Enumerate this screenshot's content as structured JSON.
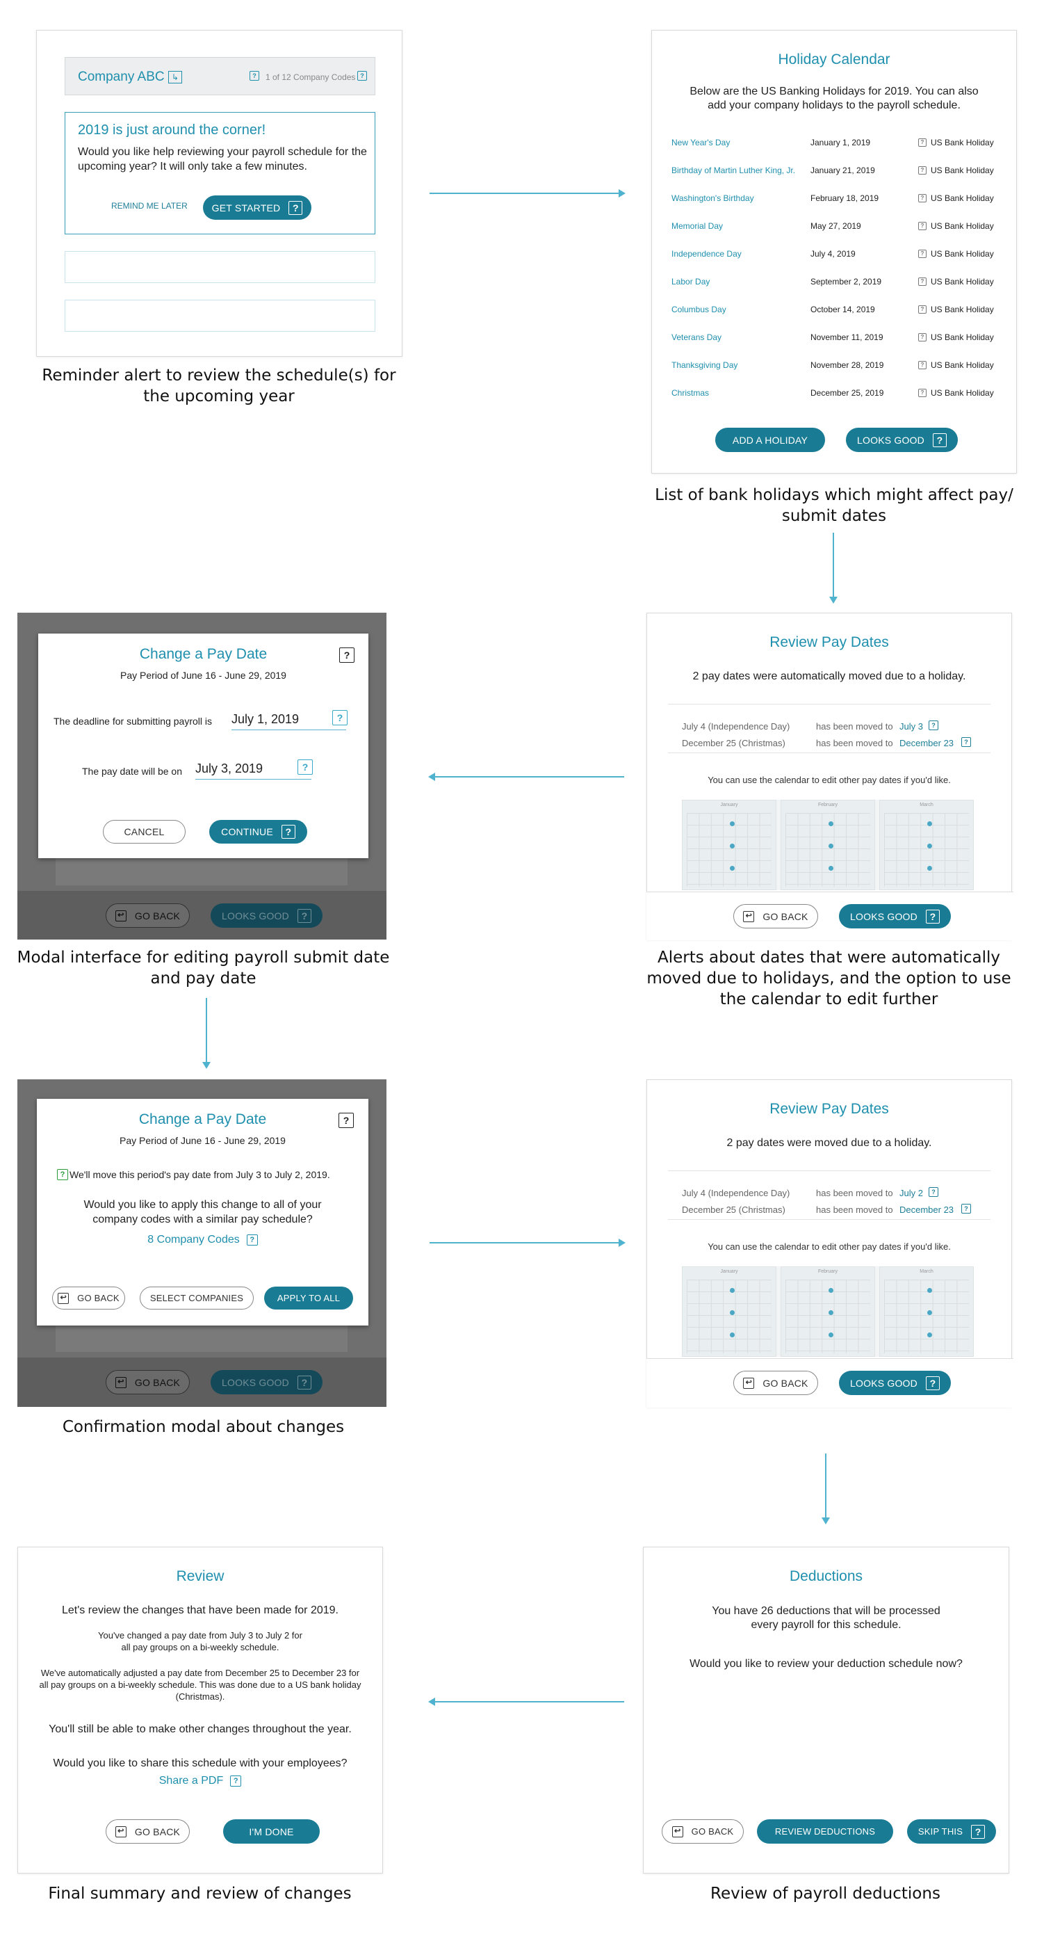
{
  "panel1": {
    "company_name": "Company ABC",
    "company_count": "1 of 12 Company Codes",
    "alert_title": "2019 is just around the corner!",
    "alert_body": "Would you like help reviewing your payroll schedule for the upcoming year?  It will only take a few minutes.",
    "remind_label": "REMIND ME LATER",
    "get_started_label": "GET STARTED",
    "caption": "Reminder alert to review the schedule(s) for the upcoming year"
  },
  "panel2": {
    "title": "Holiday Calendar",
    "intro": "Below are the US Banking Holidays for 2019. You can also add your company holidays to the payroll schedule.",
    "holidays": [
      {
        "name": "New Year's Day",
        "date": "January 1, 2019",
        "type": "US Bank Holiday"
      },
      {
        "name": "Birthday of Martin Luther King, Jr.",
        "date": "January 21, 2019",
        "type": "US Bank Holiday"
      },
      {
        "name": "Washington's Birthday",
        "date": "February 18, 2019",
        "type": "US Bank Holiday"
      },
      {
        "name": "Memorial Day",
        "date": "May 27, 2019",
        "type": "US Bank Holiday"
      },
      {
        "name": "Independence Day",
        "date": "July 4, 2019",
        "type": "US Bank Holiday"
      },
      {
        "name": "Labor Day",
        "date": "September 2, 2019",
        "type": "US Bank Holiday"
      },
      {
        "name": "Columbus Day",
        "date": "October 14, 2019",
        "type": "US Bank Holiday"
      },
      {
        "name": "Veterans Day",
        "date": "November 11, 2019",
        "type": "US Bank Holiday"
      },
      {
        "name": "Thanksgiving Day",
        "date": "November 28, 2019",
        "type": "US Bank Holiday"
      },
      {
        "name": "Christmas",
        "date": "December 25, 2019",
        "type": "US Bank Holiday"
      }
    ],
    "add_label": "ADD A HOLIDAY",
    "looks_good_label": "LOOKS GOOD",
    "caption": "List of bank holidays which might affect pay/ submit dates"
  },
  "panel3": {
    "title": "Change a Pay Date",
    "period": "Pay Period of June 16 - June 29, 2019",
    "deadline_label": "The deadline for submitting payroll is",
    "deadline_value": "July 1, 2019",
    "paydate_label": "The pay date will be on",
    "paydate_value": "July 3, 2019",
    "cancel_label": "CANCEL",
    "continue_label": "CONTINUE",
    "go_back_label": "GO BACK",
    "looks_good_label": "LOOKS GOOD",
    "caption": "Modal interface for editing payroll submit date and pay date"
  },
  "panel4": {
    "title": "Review Pay Dates",
    "summary": "2 pay dates were automatically moved due to a holiday.",
    "rows": [
      {
        "holiday": "July 4  (Independence Day)",
        "moved_label": "has been moved to",
        "moved_to": "July 3"
      },
      {
        "holiday": "December 25  (Christmas)",
        "moved_label": "has been moved to",
        "moved_to": "December 23"
      }
    ],
    "calendar_note": "You can use the calendar to edit other pay dates if you'd like.",
    "months": [
      "January",
      "February",
      "March"
    ],
    "go_back_label": "GO BACK",
    "looks_good_label": "LOOKS GOOD",
    "caption": "Alerts about dates that were automatically moved due to holidays, and the option to use the calendar to edit further"
  },
  "panel5": {
    "title": "Change a Pay Date",
    "period": "Pay Period of June 16 - June 29, 2019",
    "notice": "We'll move this period's pay date from July 3 to July 2, 2019.",
    "question": "Would you like to apply this change to all of your company codes with a similar pay schedule?",
    "codes_link": "8 Company Codes",
    "go_back_label": "GO BACK",
    "select_label": "SELECT COMPANIES",
    "apply_label": "APPLY TO ALL",
    "bg_go_back_label": "GO BACK",
    "bg_looks_good_label": "LOOKS GOOD",
    "caption": "Confirmation modal about changes"
  },
  "panel6": {
    "title": "Review Pay Dates",
    "summary": "2 pay dates were moved due to a holiday.",
    "rows": [
      {
        "holiday": "July 4  (Independence Day)",
        "moved_label": "has been moved to",
        "moved_to": "July 2"
      },
      {
        "holiday": "December 25  (Christmas)",
        "moved_label": "has been moved to",
        "moved_to": "December 23"
      }
    ],
    "calendar_note": "You can use the calendar to edit other pay dates if you'd like.",
    "months": [
      "January",
      "February",
      "March"
    ],
    "go_back_label": "GO BACK",
    "looks_good_label": "LOOKS GOOD"
  },
  "panel7": {
    "title": "Review",
    "intro": "Let's review the changes that have been made for 2019.",
    "change1": "You've changed a pay date from July 3 to July 2 for all pay groups on a bi-weekly schedule.",
    "change2": "We've automatically adjusted a pay date from December 25 to December 23 for all pay groups on a bi-weekly schedule. This was done due to a US bank holiday (Christmas).",
    "more": "You'll still be able to make other changes throughout the year.",
    "share_question": "Would you like to share this schedule with your employees?",
    "share_link": "Share a PDF",
    "go_back_label": "GO BACK",
    "done_label": "I'M DONE",
    "caption": "Final summary and review of changes"
  },
  "panel8": {
    "title": "Deductions",
    "body": "You have 26 deductions that will be processed every payroll for this schedule.",
    "question": "Would you like to review your deduction schedule now?",
    "go_back_label": "GO BACK",
    "review_label": "REVIEW DEDUCTIONS",
    "skip_label": "SKIP THIS",
    "caption": "Review of payroll deductions"
  },
  "colors": {
    "accent": "#1a7c94",
    "link": "#1f8fae",
    "arrow": "#4fb3d0",
    "overlay": "#6f6f6f"
  }
}
